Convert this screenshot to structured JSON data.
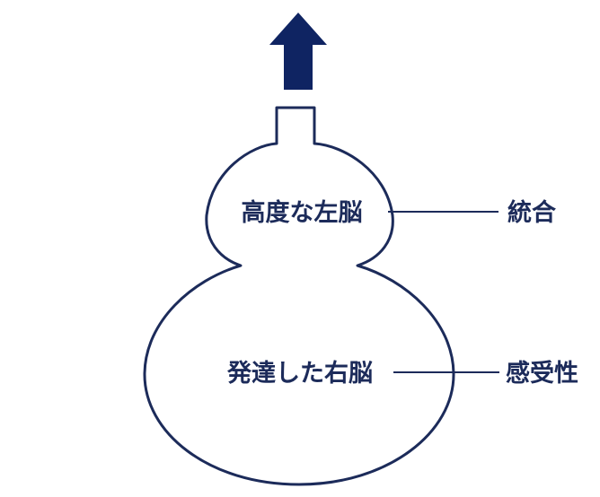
{
  "diagram": {
    "upper_label": "高度な左脳",
    "lower_label": "発達した右脳",
    "upper_callout": "統合",
    "lower_callout": "感受性"
  },
  "colors": {
    "ink": "#1c2b5a",
    "arrow": "#0f2462",
    "background": "#ffffff"
  },
  "icons": {
    "arrow": "up-arrow-icon"
  }
}
